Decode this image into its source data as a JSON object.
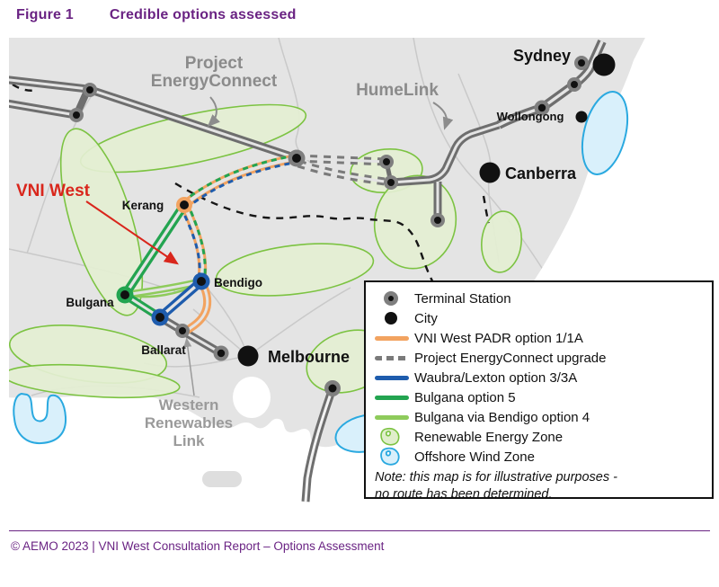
{
  "title": {
    "figure_label": "Figure 1",
    "figure_title": "Credible options assessed"
  },
  "map": {
    "labels": {
      "project_line1": "Project",
      "project_line2": "EnergyConnect",
      "humelink": "HumeLink",
      "vni_west": "VNI West",
      "sydney": "Sydney",
      "wollongong": "Wollongong",
      "canberra": "Canberra",
      "melbourne": "Melbourne",
      "kerang": "Kerang",
      "bendigo": "Bendigo",
      "bulgana": "Bulgana",
      "ballarat": "Ballarat",
      "wrl_line1": "Western",
      "wrl_line2": "Renewables",
      "wrl_line3": "Link"
    },
    "colors": {
      "land": "#e4e4e4",
      "corridor_gray": "#6e6e6e",
      "option_orange": "#f2a360",
      "option_blue": "#1e5cad",
      "option_green": "#23a450",
      "option_lightgreen": "#8ecb5b",
      "rez_fill": "#e4efd3",
      "rez_stroke": "#7cc342",
      "offshore_fill": "#d9f0fb",
      "offshore_stroke": "#2aa9e0",
      "vni_west_red": "#d9261c"
    }
  },
  "legend": {
    "items": [
      {
        "label": "Terminal Station",
        "symbol": "terminal-station"
      },
      {
        "label": "City",
        "symbol": "city"
      },
      {
        "label": "VNI West PADR option 1/1A",
        "symbol": "orange-line",
        "color": "#f2a360"
      },
      {
        "label": "Project EnergyConnect upgrade",
        "symbol": "gray-dashed-line",
        "color": "#7a7a7a"
      },
      {
        "label": "Waubra/Lexton option 3/3A",
        "symbol": "blue-line",
        "color": "#1e5cad"
      },
      {
        "label": "Bulgana option 5",
        "symbol": "green-line",
        "color": "#23a450"
      },
      {
        "label": "Bulgana via Bendigo option 4",
        "symbol": "lightgreen-line",
        "color": "#8ecb5b"
      },
      {
        "label": "Renewable Energy Zone",
        "symbol": "rez-blob"
      },
      {
        "label": "Offshore Wind Zone",
        "symbol": "offshore-blob"
      }
    ],
    "note_line1": "Note: this map is for illustrative purposes -",
    "note_line2": "no route has been determined."
  },
  "footer": {
    "text": "© AEMO 2023 | VNI West Consultation Report – Options Assessment"
  }
}
